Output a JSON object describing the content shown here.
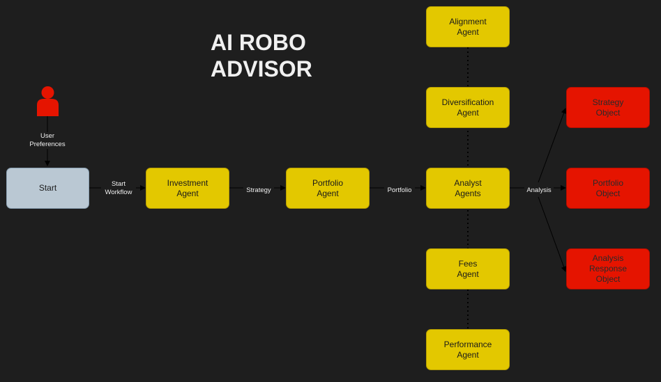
{
  "title": {
    "line1": "AI ROBO",
    "line2": "ADVISOR"
  },
  "user": {
    "icon": "person-icon",
    "color": "#e51400",
    "label": "User\nPreferences"
  },
  "nodes": {
    "start": "Start",
    "investment_agent": "Investment\nAgent",
    "portfolio_agent": "Portfolio\nAgent",
    "analyst_agents": "Analyst\nAgents",
    "alignment_agent": "Alignment\nAgent",
    "diversification_agent": "Diversification\nAgent",
    "fees_agent": "Fees\nAgent",
    "performance_agent": "Performance\nAgent",
    "strategy_object": "Strategy\nObject",
    "portfolio_object": "Portfolio\nObject",
    "analysis_response_object": "Analysis\nResponse\nObject"
  },
  "edges": {
    "start_workflow": "Start\nWorkflow",
    "strategy": "Strategy",
    "portfolio": "Portfolio",
    "analysis": "Analysis"
  },
  "colors": {
    "agent": "#e3c800",
    "output": "#e51400",
    "start": "#bac8d3",
    "background": "#1e1e1e"
  }
}
